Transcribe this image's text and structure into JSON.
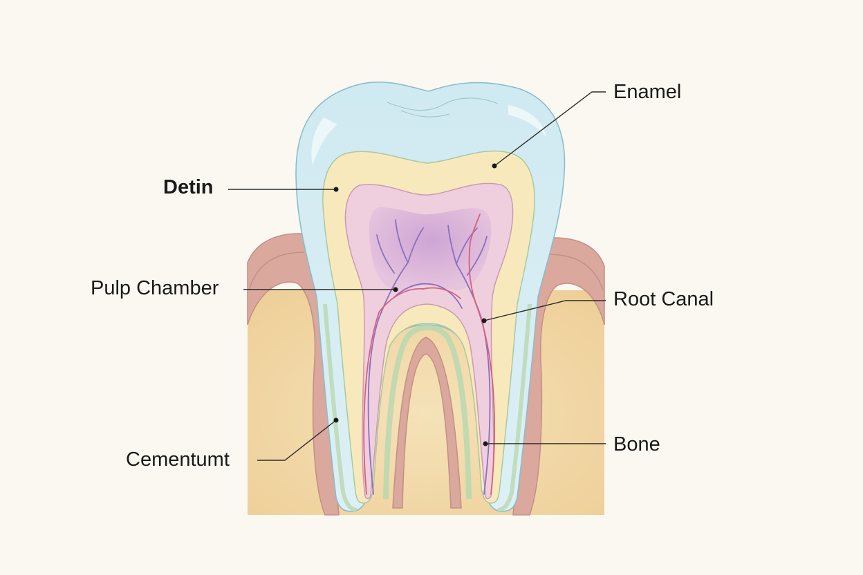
{
  "labels": {
    "enamel": "Enamel",
    "dentin": "Detin",
    "pulp_chamber": "Pulp Chamber",
    "root_canal": "Root Canal",
    "cementum": "Cementumt",
    "bone": "Bone"
  },
  "colors": {
    "background": "#faf8f1",
    "enamel": "#d6ecf2",
    "dentin": "#f8e9bd",
    "pulp": "#efcfdd",
    "pulp_core": "#d3abd6",
    "gum": "#dba99d",
    "bone": "#f2d9a8",
    "cementum": "#d7e8c5",
    "nerve": "#8a6fc0",
    "vessel": "#d9607a"
  }
}
